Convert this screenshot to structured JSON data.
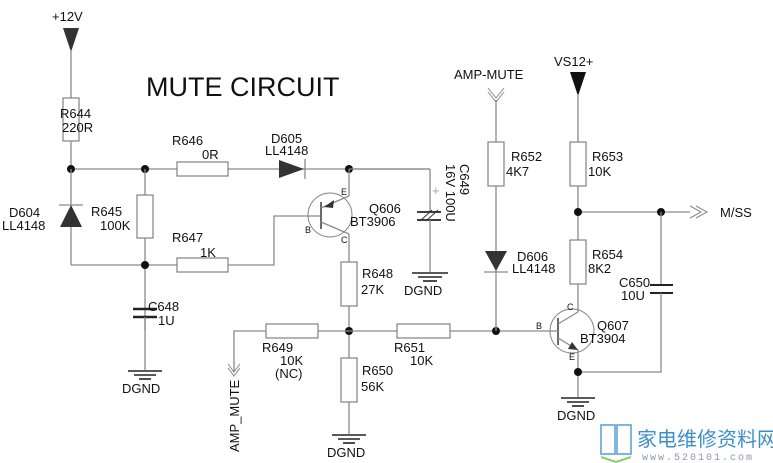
{
  "title": "MUTE CIRCUIT",
  "power": {
    "plus12v": "+12V",
    "vs12": "VS12+"
  },
  "nets": {
    "amp_mute_in": "AMP-MUTE",
    "amp_mute_out": "AMP_MUTE",
    "mss": "M/SS",
    "dgnd": "DGND"
  },
  "resistors": {
    "r644": {
      "ref": "R644",
      "value": "220R"
    },
    "r645": {
      "ref": "R645",
      "value": "100K"
    },
    "r646": {
      "ref": "R646",
      "value": "0R"
    },
    "r647": {
      "ref": "R647",
      "value": "1K"
    },
    "r648": {
      "ref": "R648",
      "value": "27K"
    },
    "r649": {
      "ref": "R649",
      "value": "10K",
      "note": "(NC)"
    },
    "r650": {
      "ref": "R650",
      "value": "56K"
    },
    "r651": {
      "ref": "R651",
      "value": "10K"
    },
    "r652": {
      "ref": "R652",
      "value": "4K7"
    },
    "r653": {
      "ref": "R653",
      "value": "10K"
    },
    "r654": {
      "ref": "R654",
      "value": "8K2"
    }
  },
  "diodes": {
    "d604": {
      "ref": "D604",
      "value": "LL4148"
    },
    "d605": {
      "ref": "D605",
      "value": "LL4148"
    },
    "d606": {
      "ref": "D606",
      "value": "LL4148"
    }
  },
  "capacitors": {
    "c648": {
      "ref": "C648",
      "value": "1U"
    },
    "c649": {
      "ref": "C649",
      "value": "16V 100U",
      "polarity": "+"
    },
    "c650": {
      "ref": "C650",
      "value": "10U"
    }
  },
  "transistors": {
    "q606": {
      "ref": "Q606",
      "value": "BT3906",
      "pins": {
        "b": "B",
        "c": "C",
        "e": "E"
      }
    },
    "q607": {
      "ref": "Q607",
      "value": "BT3904",
      "pins": {
        "b": "B",
        "c": "C",
        "e": "E"
      }
    }
  },
  "watermark": {
    "text": "家电维修资料网",
    "url": "www.520101.com"
  }
}
